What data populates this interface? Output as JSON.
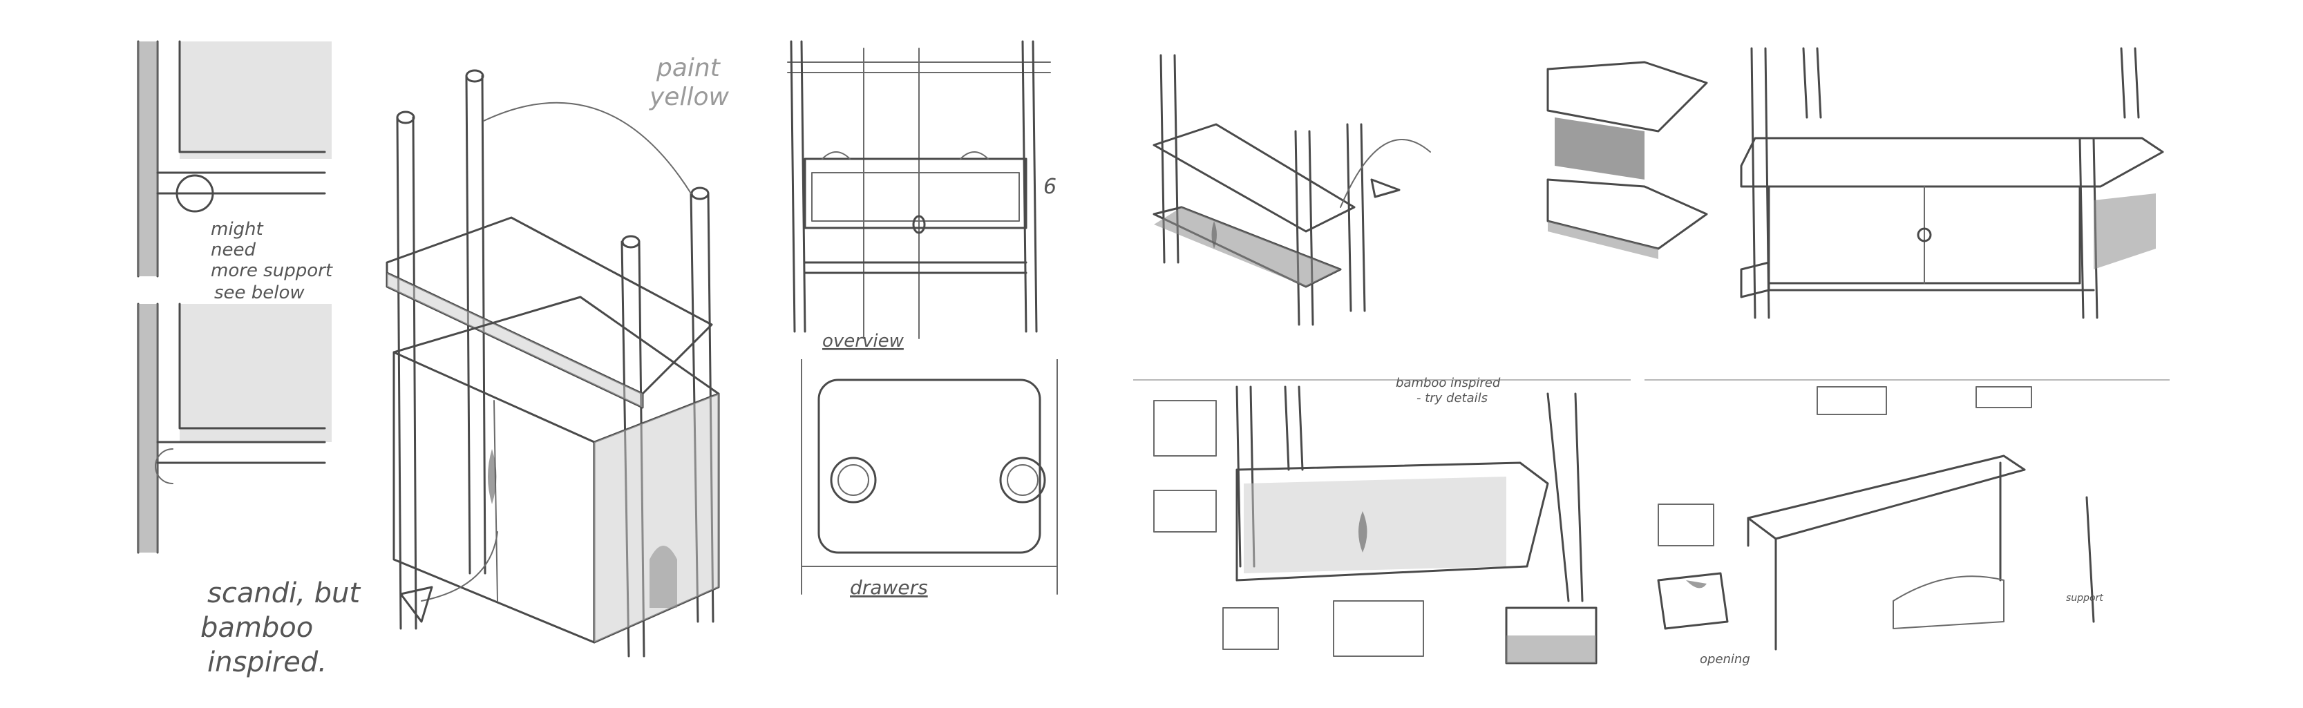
{
  "notes": {
    "might_need_support": "might\nneed\nmore support\nsee below",
    "paint_yellow": "paint\nyellow",
    "scandi_bamboo": "scandi, but\nbamboo\ninspired.",
    "overview": "overview",
    "drawers": "drawers",
    "number_6": "6",
    "bamboo_inspired": "bamboo inspired\n- try details",
    "opening": "opening",
    "support_note": "support"
  }
}
